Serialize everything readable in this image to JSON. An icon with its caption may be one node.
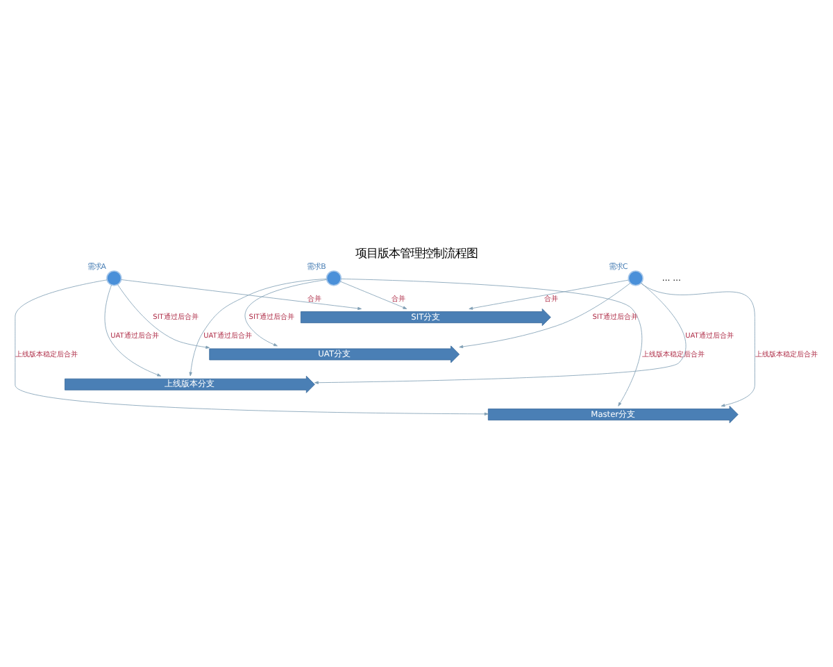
{
  "diagram": {
    "title": "项目版本管理控制流程图",
    "nodes": [
      {
        "text": [],
        "shape": "circle",
        "beside": [
          "需求A"
        ]
      },
      {
        "text": [],
        "shape": "circle",
        "beside": [
          "需求B"
        ]
      },
      {
        "text": [],
        "shape": "circle",
        "beside": [
          "需求C"
        ]
      },
      {
        "text": [
          "SIT分支"
        ]
      },
      {
        "text": [
          "UAT分支"
        ]
      },
      {
        "text": [
          "上线版本分支"
        ]
      },
      {
        "text": [
          "Master分支"
        ]
      }
    ],
    "edges": [
      {
        "from": 0,
        "to": 3,
        "arrow": "to",
        "label": "合并"
      },
      {
        "from": 0,
        "to": 4,
        "arrow": "to",
        "label": "SIT通过后合并"
      },
      {
        "from": 0,
        "to": 5,
        "arrow": "to",
        "label": "UAT通过后合并"
      },
      {
        "from": 0,
        "to": 6,
        "arrow": "to",
        "label": "上线版本稳定后合并"
      },
      {
        "from": 1,
        "to": 3,
        "arrow": "to",
        "label": "合并"
      },
      {
        "from": 1,
        "to": 4,
        "arrow": "to",
        "label": "SIT通过后合并"
      },
      {
        "from": 1,
        "to": 5,
        "arrow": "to",
        "label": "UAT通过后合并"
      },
      {
        "from": 1,
        "to": 6,
        "arrow": "to",
        "label": "上线版本稳定后合并"
      },
      {
        "from": 2,
        "to": 3,
        "arrow": "to",
        "label": "合并"
      },
      {
        "from": 2,
        "to": 4,
        "arrow": "to",
        "label": "SIT通过后合并"
      },
      {
        "from": 2,
        "to": 5,
        "arrow": "to",
        "label": "UAT通过后合并"
      },
      {
        "from": 2,
        "to": 6,
        "arrow": "to",
        "label": "上线版本稳定后合并"
      }
    ],
    "labels": [
      "… …"
    ]
  }
}
